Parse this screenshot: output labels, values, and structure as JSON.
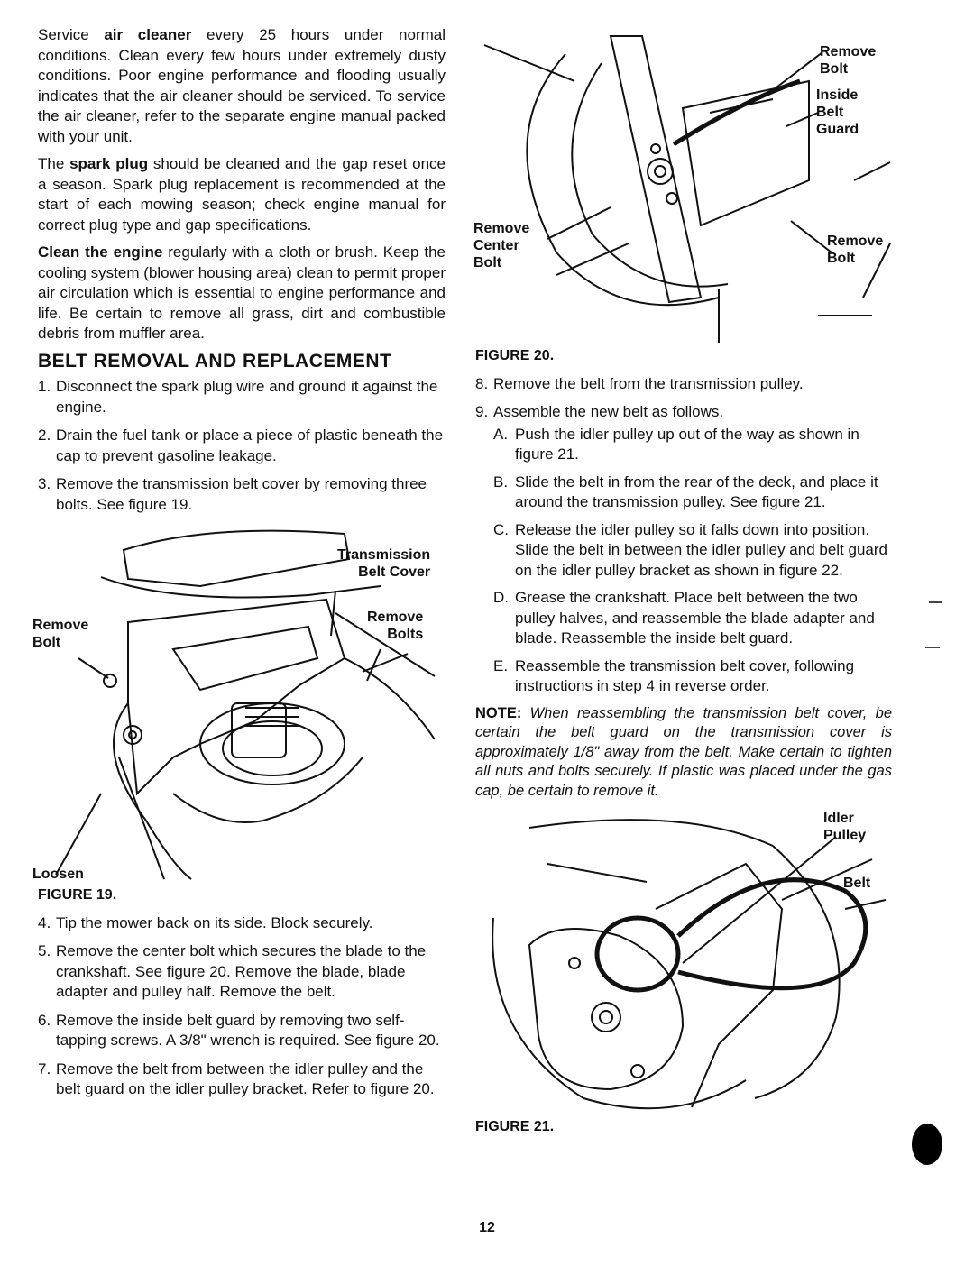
{
  "left": {
    "p1": {
      "a": "Service ",
      "b": "air cleaner",
      "c": " every 25 hours under normal conditions. Clean every few hours under extremely dusty conditions. Poor engine performance and flooding usually indicates that the air cleaner should be serviced. To service the air cleaner, refer to the separate engine manual packed with your unit."
    },
    "p2": {
      "a": "The ",
      "b": "spark plug",
      "c": " should be cleaned and the gap reset once a season. Spark plug replacement is recommended at the start of each mowing season; check engine manual for correct plug type and gap specifications."
    },
    "p3": {
      "b": "Clean the engine",
      "c": " regularly with a cloth or brush. Keep the cooling system (blower housing area) clean to permit proper air circulation which is essential to engine performance and life. Be certain to remove all grass, dirt and combustible debris from muffler area."
    },
    "heading": "BELT REMOVAL AND REPLACEMENT",
    "steps_a": [
      {
        "n": "1.",
        "t": "Disconnect the spark plug wire and ground it against the engine."
      },
      {
        "n": "2.",
        "t": "Drain the fuel tank or place a piece of plastic beneath the cap to prevent gasoline leakage."
      },
      {
        "n": "3.",
        "t": "Remove the transmission belt cover by removing three bolts. See figure 19."
      }
    ],
    "fig19": {
      "transmission": "Transmission\nBelt Cover",
      "remove_bolts": "Remove\nBolts",
      "remove_bolt": "Remove\nBolt",
      "loosen": "Loosen",
      "label": "FIGURE 19."
    },
    "steps_b": [
      {
        "n": "4.",
        "t": "Tip the mower back on its side. Block securely."
      },
      {
        "n": "5.",
        "t": "Remove the center bolt which secures the blade to the crankshaft. See figure 20. Remove the blade, blade adapter and pulley half. Remove the belt."
      },
      {
        "n": "6.",
        "t": "Remove the inside belt guard by removing two self-tapping screws. A 3/8\" wrench is required. See figure 20."
      },
      {
        "n": "7.",
        "t": "Remove the belt from between the idler pulley and the belt guard on the idler pulley bracket. Refer to figure 20."
      }
    ]
  },
  "right": {
    "fig20": {
      "remove_bolt_top": "Remove\nBolt",
      "inside_guard": "Inside\nBelt\nGuard",
      "remove_center": "Remove\nCenter\nBolt",
      "remove_bolt_right": "Remove\nBolt",
      "label": "FIGURE 20."
    },
    "steps": [
      {
        "n": "8.",
        "t": "Remove the belt from the transmission pulley."
      },
      {
        "n": "9.",
        "t": "Assemble the new belt as follows."
      }
    ],
    "substeps": [
      {
        "l": "A.",
        "t": "Push the idler pulley up out of the way as shown in figure 21."
      },
      {
        "l": "B.",
        "t": "Slide the belt in from the rear of the deck, and place it around the transmission pulley. See figure 21."
      },
      {
        "l": "C.",
        "t": "Release the idler pulley so it falls down into position. Slide the belt in between the idler pulley and belt guard on the idler pulley bracket as shown in figure 22."
      },
      {
        "l": "D.",
        "t": "Grease the crankshaft. Place belt between the two pulley halves, and reassemble the blade adapter and blade. Reassemble the inside belt guard."
      },
      {
        "l": "E.",
        "t": "Reassemble the transmission belt cover, following instructions in step 4 in reverse order."
      }
    ],
    "note": {
      "lead": "NOTE: ",
      "body": "When reassembling the transmission belt cover, be certain the belt guard on the transmission cover is approximately 1/8\" away from the belt. Make certain to tighten all nuts and bolts securely. If plastic was placed under the gas cap, be certain to remove it."
    },
    "fig21": {
      "idler": "Idler\nPulley",
      "belt": "Belt",
      "label": "FIGURE 21."
    }
  },
  "page_number": "12"
}
